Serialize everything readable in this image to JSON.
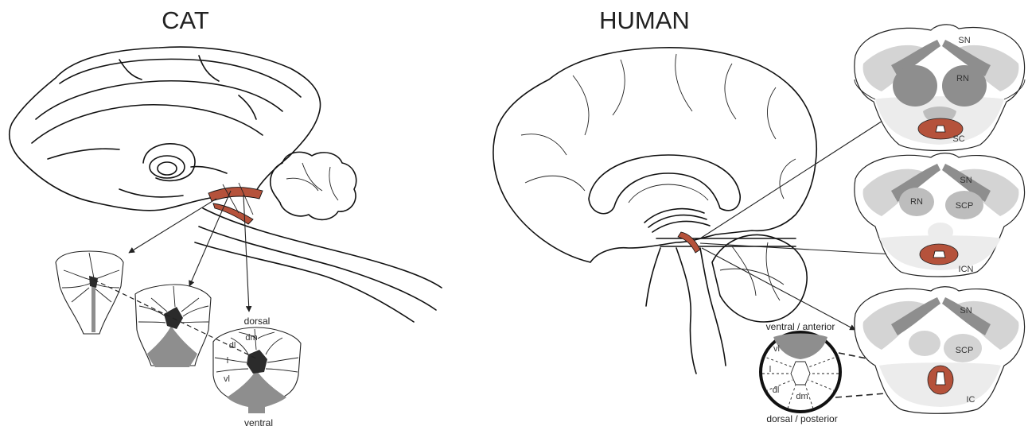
{
  "panels": {
    "cat": {
      "title": "CAT",
      "section_labels": {
        "dorsal": "dorsal",
        "ventral": "ventral",
        "dm": "dm",
        "dl": "dl",
        "l": "l",
        "vl": "vl"
      }
    },
    "human": {
      "title": "HUMAN",
      "section_labels": {
        "ventral_anterior": "ventral / anterior",
        "dorsal_posterior": "dorsal / posterior",
        "vl": "vl",
        "l": "l",
        "dl": "dl",
        "dm": "dm"
      },
      "brainstem_sections": [
        {
          "labels": [
            "SN",
            "RN",
            "SC"
          ]
        },
        {
          "labels": [
            "SN",
            "RN",
            "SCP",
            "ICN"
          ]
        },
        {
          "labels": [
            "SN",
            "SCP",
            "IC"
          ]
        }
      ]
    }
  },
  "colors": {
    "pag_highlight": "#b5523b",
    "section_dark": "#2b2b2b",
    "section_mid": "#8e8e8e",
    "section_light": "#d4d4d4",
    "section_pale": "#ececec",
    "outline": "#111111"
  }
}
